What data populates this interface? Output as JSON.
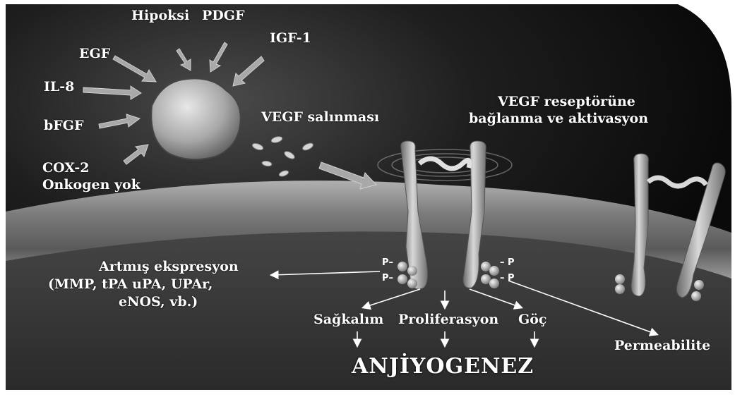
{
  "factors": {
    "hipoksi": "Hipoksi",
    "pdgf": "PDGF",
    "igf1": "IGF-1",
    "egf": "EGF",
    "il8": "IL-8",
    "bfgf": "bFGF",
    "cox2": "COX-2",
    "onkogen": "Onkogen yok"
  },
  "release": {
    "label": "VEGF salınması"
  },
  "receptor": {
    "line1": "VEGF reseptörüne",
    "line2": "bağlanma ve aktivasyon"
  },
  "expression": {
    "line1": "Artmış ekspresyon",
    "line2": "(MMP, tPA uPA, UPAr,",
    "line3": "eNOS, vb.)"
  },
  "phospho": {
    "left_top": "P–",
    "left_bottom": "P–",
    "right_top": "– P",
    "right_bottom": "– P"
  },
  "outcomes": {
    "sagkalim": "Sağkalım",
    "proliferasyon": "Proliferasyon",
    "goc": "Göç",
    "permeabilite": "Permeabilite"
  },
  "result": {
    "title": "ANJİYOGENEZ"
  },
  "colors": {
    "background": "#141414",
    "membrane": "#8a8a8a",
    "cell_interior": "#3a3a3a",
    "text": "#ffffff"
  }
}
